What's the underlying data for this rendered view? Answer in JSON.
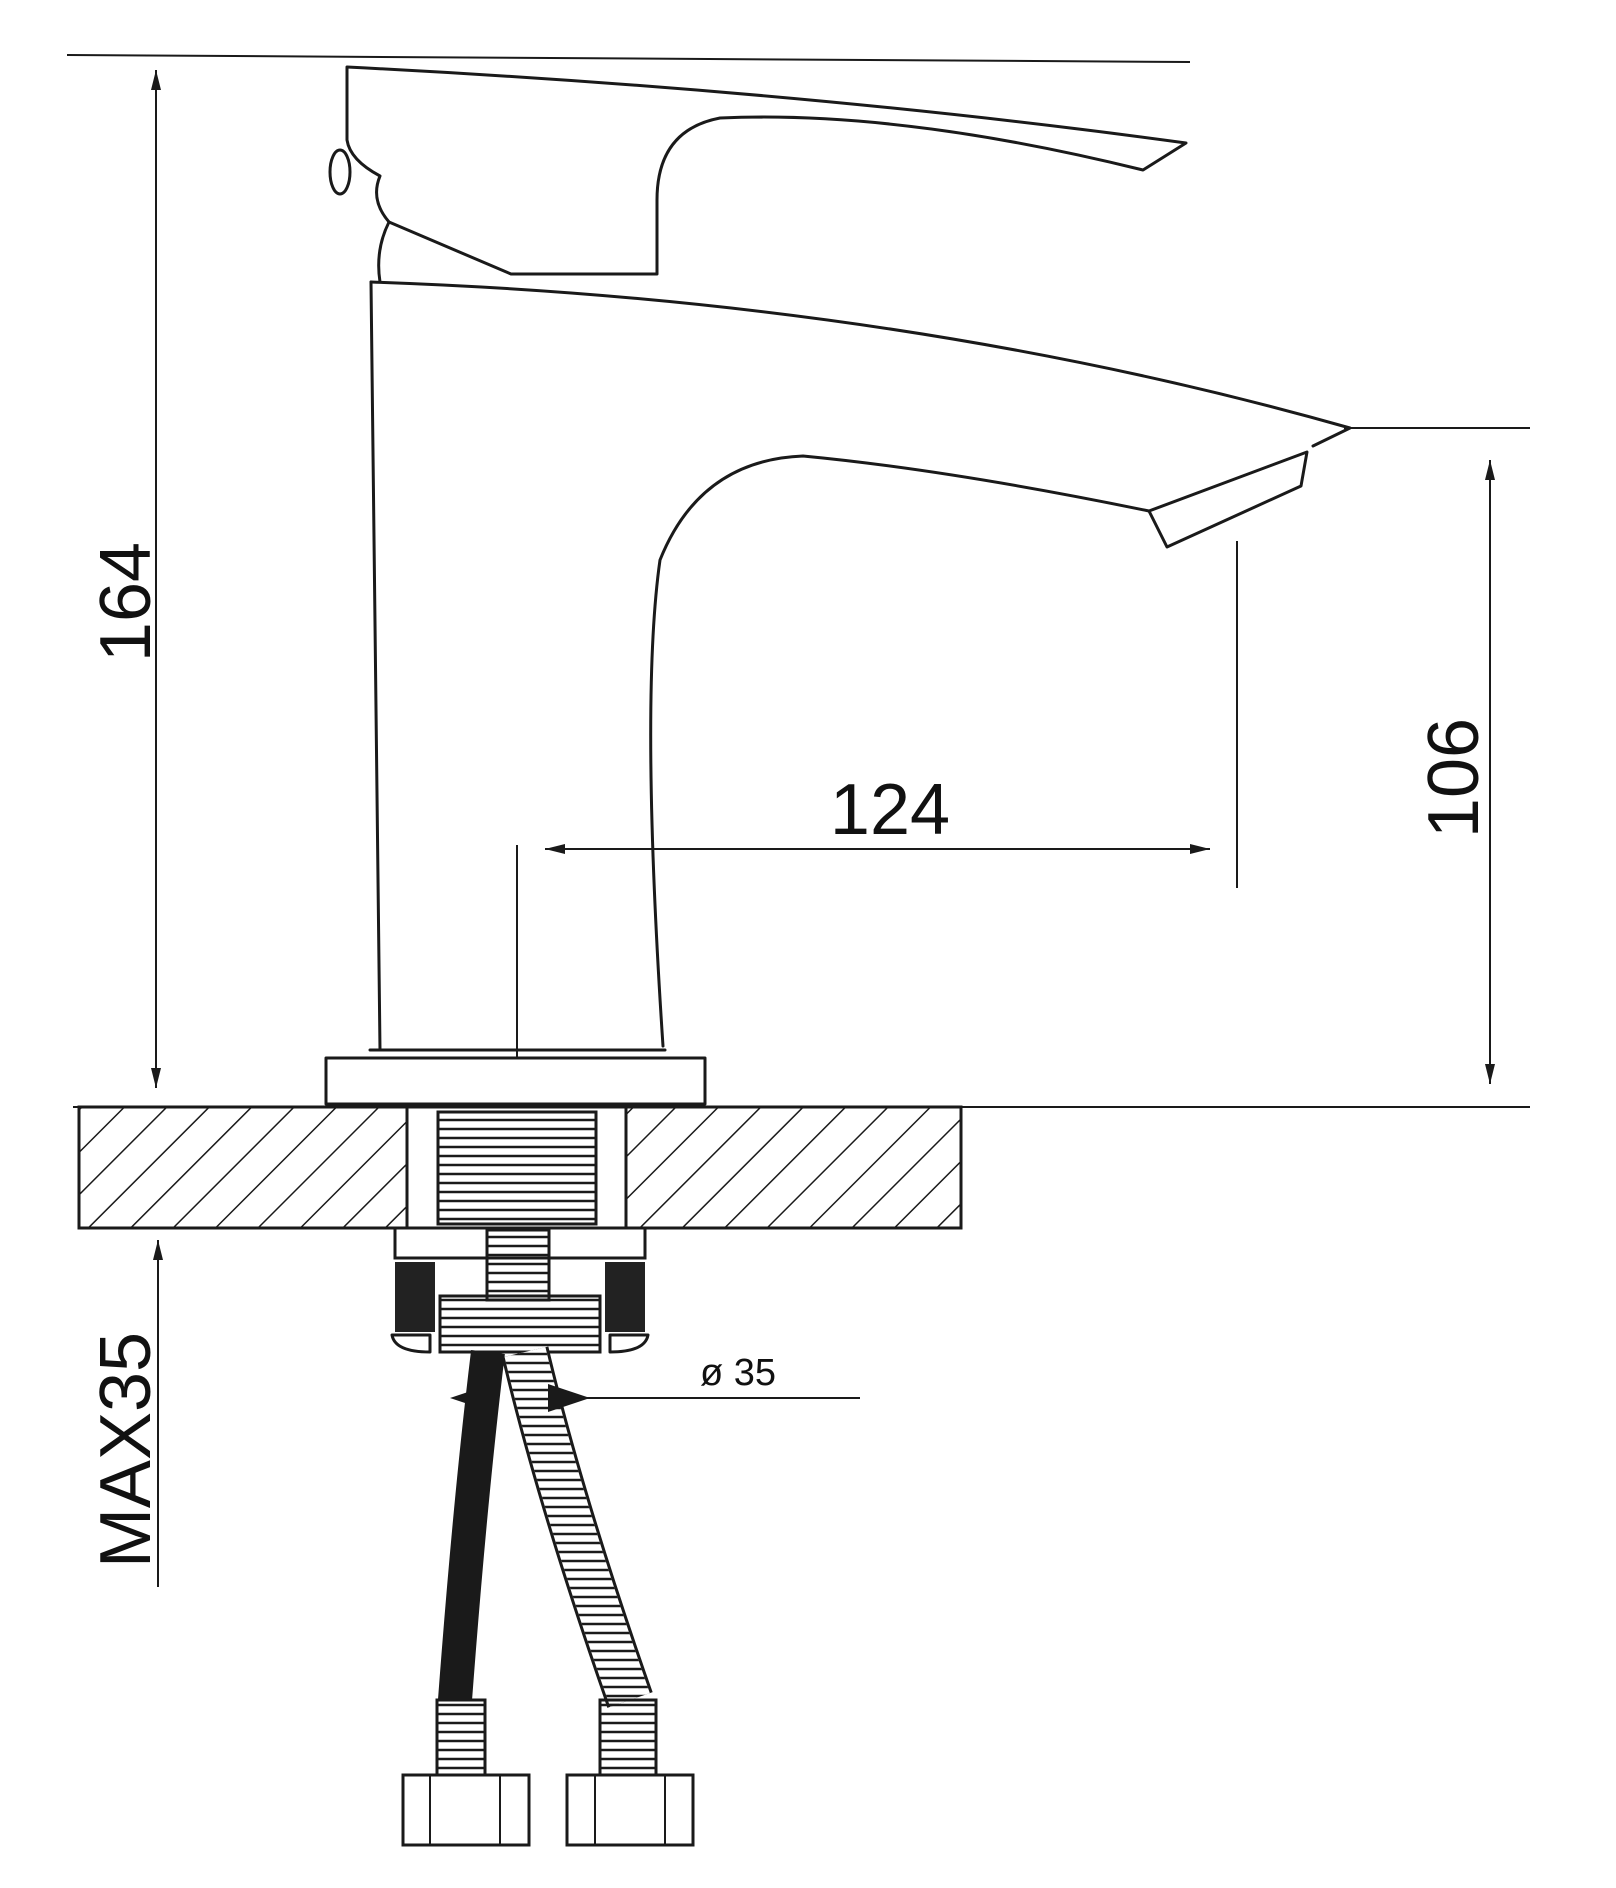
{
  "title": "Basin mixer faucet dimension drawing",
  "dimensions": {
    "overall_height": "164",
    "spout_height": "106",
    "spout_reach": "124",
    "max_counter_thickness": "MAX35",
    "hole_diameter": "ø 35"
  },
  "colors": {
    "line": "#1a1a1a",
    "background": "#ffffff"
  }
}
